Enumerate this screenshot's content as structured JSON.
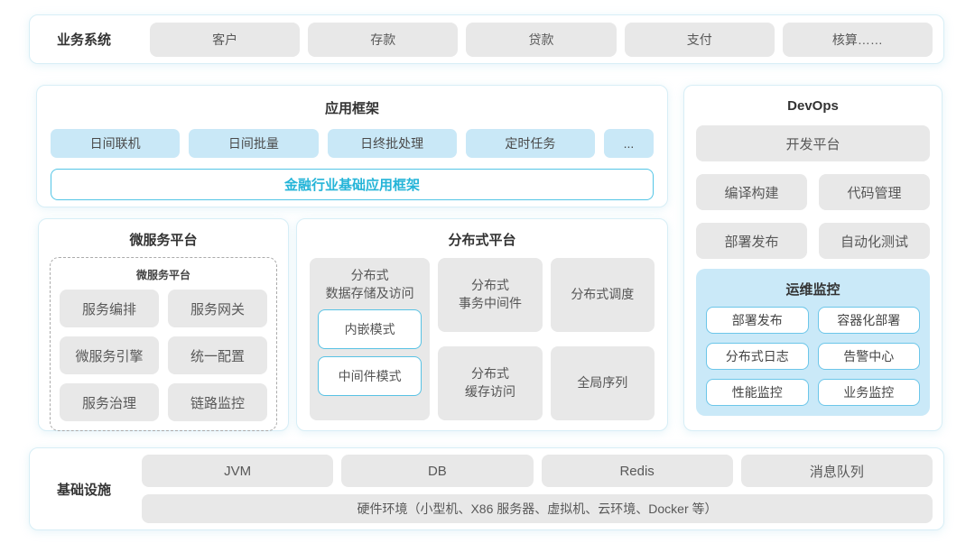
{
  "business_bar": {
    "label": "业务系统",
    "items": [
      "客户",
      "存款",
      "贷款",
      "支付",
      "核算……"
    ]
  },
  "app_framework": {
    "title": "应用框架",
    "items": [
      "日间联机",
      "日间批量",
      "日终批处理",
      "定时任务",
      "..."
    ],
    "base_banner": "金融行业基础应用框架"
  },
  "microservice": {
    "title": "微服务平台",
    "inner_title": "微服务平台",
    "items": [
      "服务编排",
      "服务网关",
      "微服务引擎",
      "统一配置",
      "服务治理",
      "链路监控"
    ]
  },
  "distributed": {
    "title": "分布式平台",
    "storage_title": "分布式\n数据存储及访问",
    "storage_modes": [
      "内嵌模式",
      "中间件模式"
    ],
    "cells": [
      "分布式\n事务中间件",
      "分布式调度",
      "分布式\n缓存访问",
      "全局序列"
    ]
  },
  "devops": {
    "title": "DevOps",
    "platform": "开发平台",
    "items": [
      "编译构建",
      "代码管理",
      "部署发布",
      "自动化测试"
    ],
    "monitor": {
      "title": "运维监控",
      "items": [
        "部署发布",
        "容器化部署",
        "分布式日志",
        "告警中心",
        "性能监控",
        "业务监控"
      ]
    }
  },
  "infrastructure": {
    "label": "基础设施",
    "items": [
      "JVM",
      "DB",
      "Redis",
      "消息队列"
    ],
    "hardware": "硬件环境（小型机、X86 服务器、虚拟机、云环境、Docker 等）"
  },
  "colors": {
    "card_border": "#d7eef6",
    "gray_fill": "#e8e8e8",
    "blue_fill": "#c9e8f7",
    "accent_cyan": "#24b4d8",
    "monitor_bg": "#cae9f8",
    "monitor_border": "#6cc6e9"
  }
}
